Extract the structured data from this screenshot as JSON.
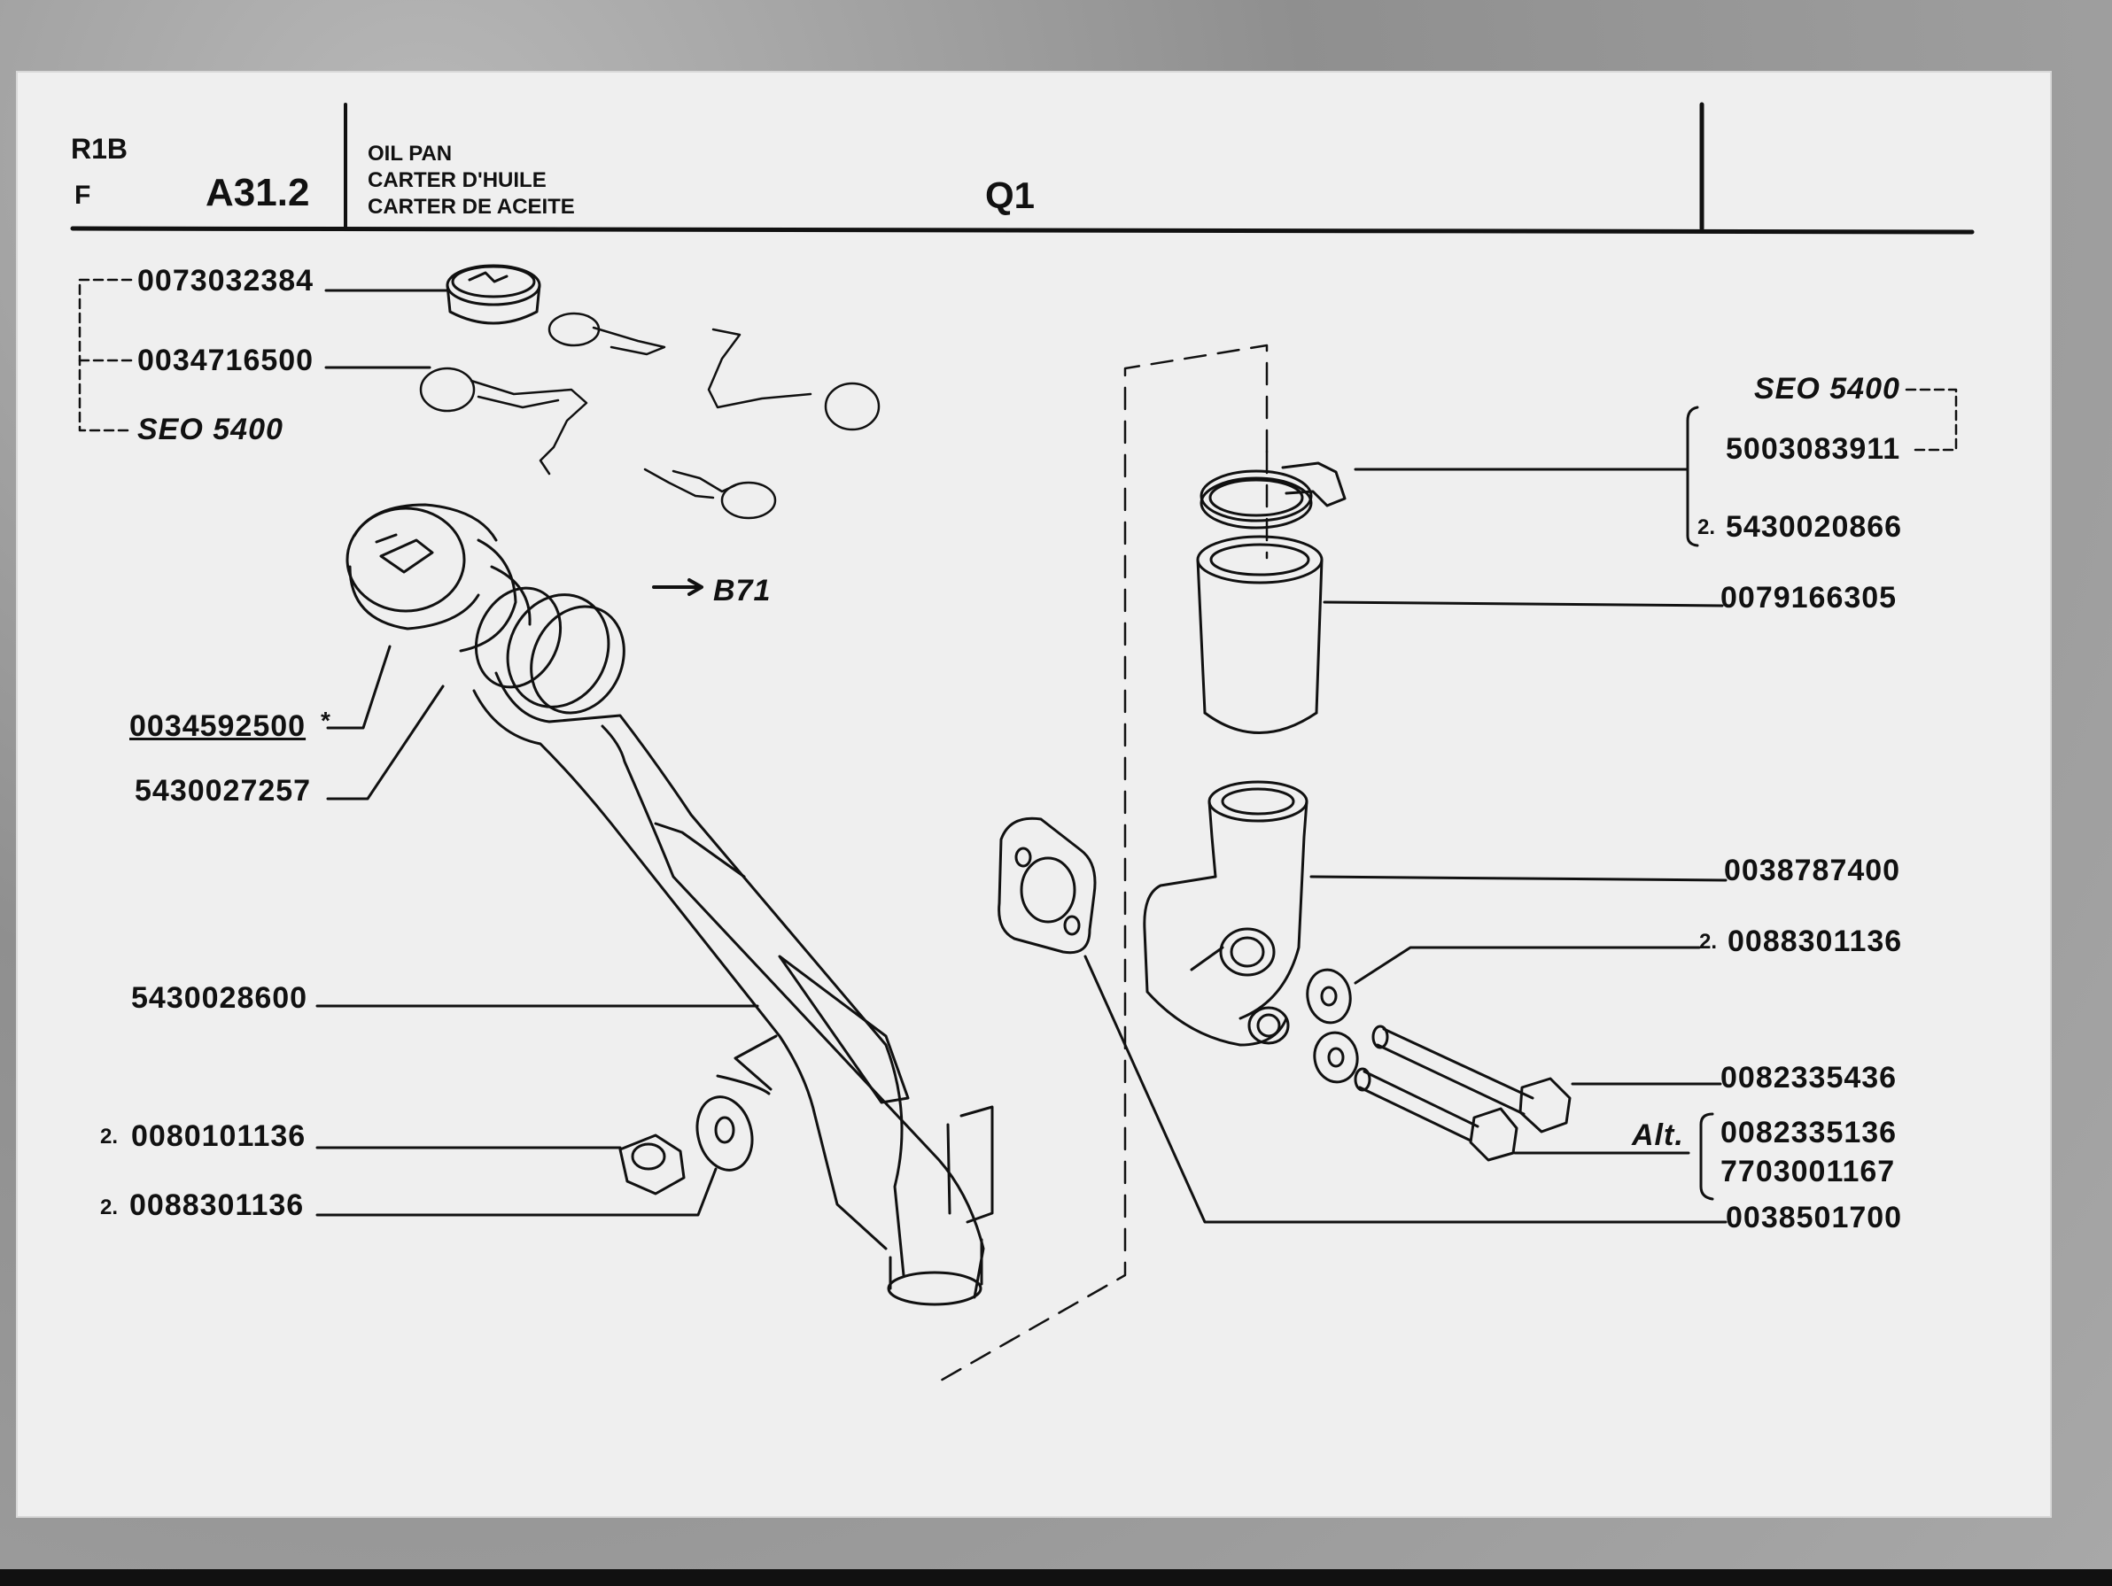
{
  "header": {
    "model": "R1B",
    "language": "F",
    "section": "A31.2",
    "titles": [
      "OIL PAN",
      "CARTER D'HUILE",
      "CARTER DE ACEITE"
    ],
    "variant": "Q1"
  },
  "labels": {
    "p0073032384": "0073032384",
    "p0034716500": "0034716500",
    "seo_left": "SEO 5400",
    "ref_b71": "B71",
    "p0034592500": "0034592500",
    "asterisk": "*",
    "p5430027257": "5430027257",
    "p5430028600": "5430028600",
    "qty_0080101136": "2.",
    "p0080101136": "0080101136",
    "qty_0088301136_left": "2.",
    "p0088301136_left": "0088301136",
    "seo_right": "SEO 5400",
    "p5003083911": "5003083911",
    "qty_5430020866": "2.",
    "p5430020866": "5430020866",
    "p0079166305": "0079166305",
    "p0038787400": "0038787400",
    "qty_0088301136_right": "2.",
    "p0088301136_right": "0088301136",
    "p0082335436": "0082335436",
    "alt": "Alt.",
    "p0082335136": "0082335136",
    "p7703001167": "7703001167",
    "p0038501700": "0038501700"
  }
}
